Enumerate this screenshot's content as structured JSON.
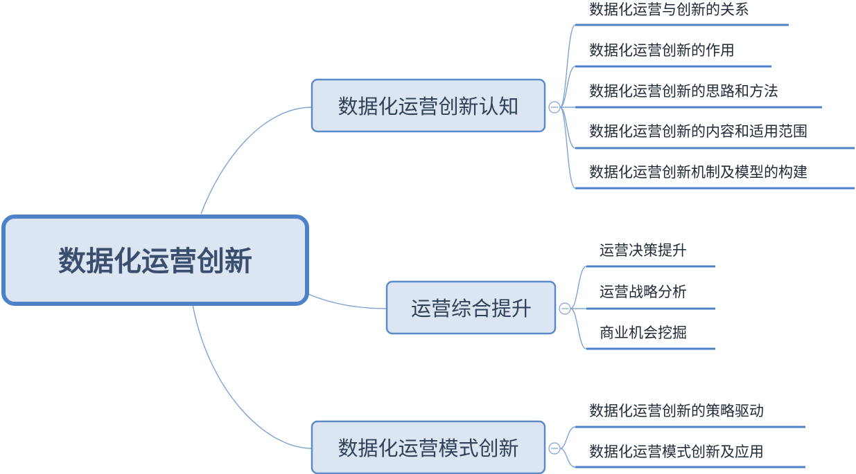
{
  "root": {
    "label": "数据化运营创新"
  },
  "branches": [
    {
      "label": "数据化运营创新认知",
      "children": [
        "数据化运营与创新的关系",
        "数据化运营创新的作用",
        "数据化运营创新的思路和方法",
        "数据化运营创新的内容和适用范围",
        "数据化运营创新机制及模型的构建"
      ]
    },
    {
      "label": "运营综合提升",
      "children": [
        "运营决策提升",
        "运营战略分析",
        "商业机会挖掘"
      ]
    },
    {
      "label": "数据化运营模式创新",
      "children": [
        "数据化运营创新的策略驱动",
        "数据化运营模式创新及应用"
      ]
    }
  ],
  "colors": {
    "root_fill": "#dce6f3",
    "root_stroke": "#4f81c7",
    "branch_fill": "#dce6f3",
    "branch_stroke": "#5b8bc8",
    "connector": "#7fa3d0",
    "leaf_underline": "#4f81c7"
  }
}
